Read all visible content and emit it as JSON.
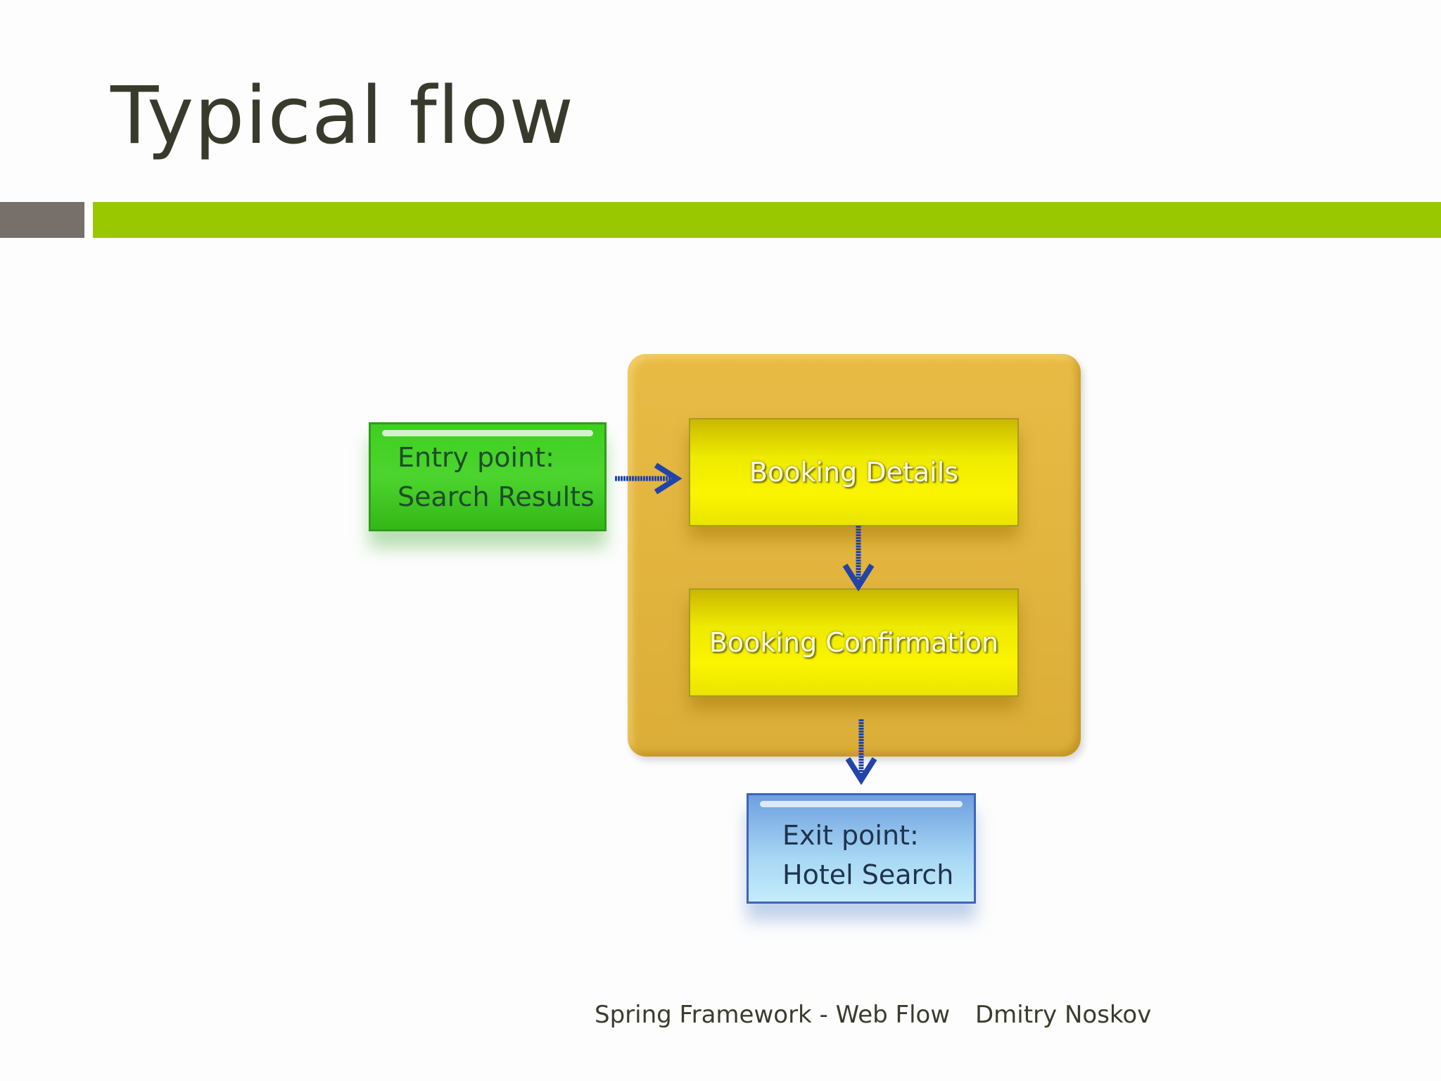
{
  "slide": {
    "title": "Typical flow",
    "footer_left": "Spring Framework - Web Flow",
    "footer_right": "Dmitry Noskov"
  },
  "diagram": {
    "entry": {
      "line1": "Entry point:",
      "line2": "Search Results"
    },
    "states": [
      "Booking Details",
      "Booking Confirmation"
    ],
    "exit": {
      "line1": "Exit point:",
      "line2": "Hotel Search"
    }
  },
  "colors": {
    "accent_green": "#99c800",
    "accent_gray": "#77706a",
    "container_gold": "#e0b43c",
    "arrow_blue": "#2244aa"
  }
}
